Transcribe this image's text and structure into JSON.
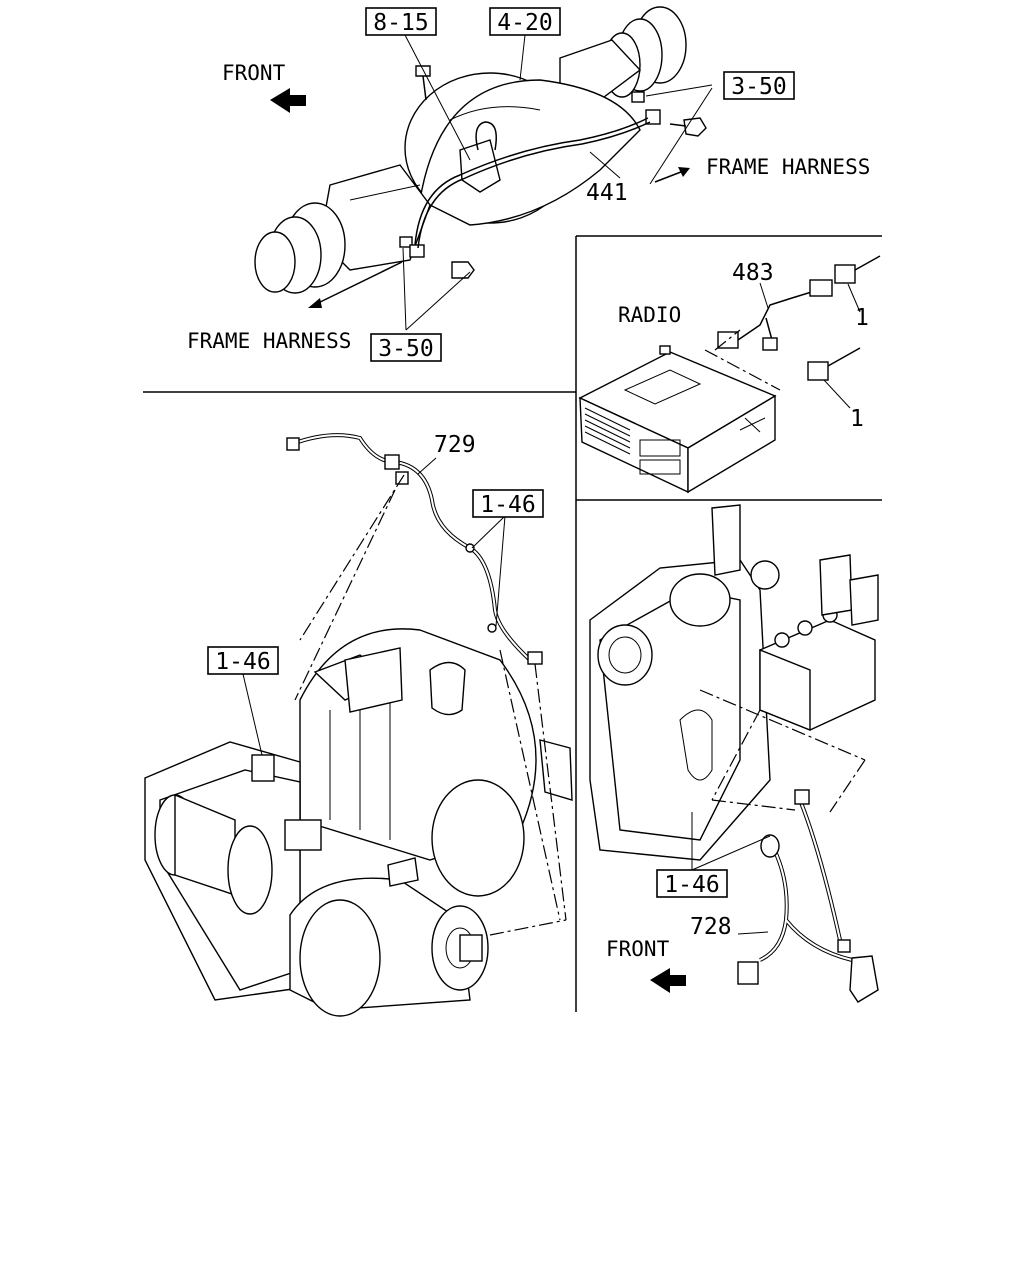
{
  "callouts": {
    "ref_8_15": "8-15",
    "ref_4_20": "4-20",
    "ref_3_50_top": "3-50",
    "ref_3_50_bottom": "3-50",
    "ref_1_46_mid": "1-46",
    "ref_1_46_left": "1-46",
    "ref_1_46_right": "1-46"
  },
  "labels": {
    "front_top": "FRONT",
    "front_bottom": "FRONT",
    "frame_harness_right": "FRAME HARNESS",
    "frame_harness_left": "FRAME HARNESS",
    "radio": "RADIO"
  },
  "part_numbers": {
    "p441": "441",
    "p483": "483",
    "p1_a": "1",
    "p1_b": "1",
    "p729": "729",
    "p728": "728"
  }
}
